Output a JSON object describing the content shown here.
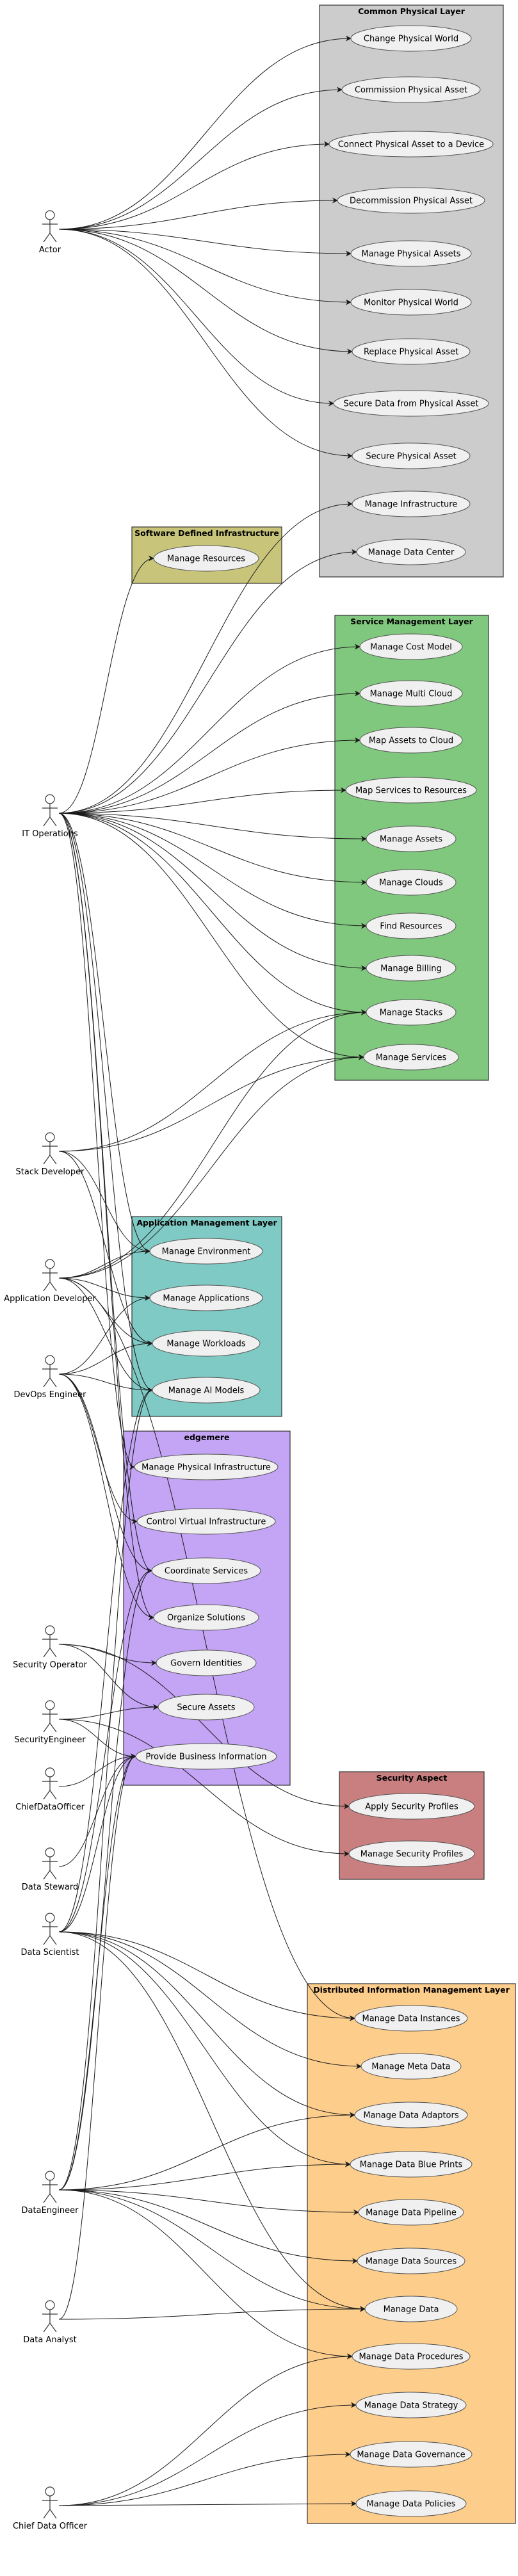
{
  "colors": {
    "common": "#cccccc",
    "software": "#c8c57a",
    "service": "#80c87e",
    "application": "#7fcac4",
    "edgemere": "#c3a4f5",
    "security": "#c97f7f",
    "dist": "#fdcd8b",
    "usecase": "#f0f0f0",
    "line": "#1a1a1a"
  },
  "packages": [
    {
      "id": "common",
      "title": "Common Physical Layer"
    },
    {
      "id": "software",
      "title": "Software Defined Infrastructure"
    },
    {
      "id": "service",
      "title": "Service Management Layer"
    },
    {
      "id": "application",
      "title": "Application Management Layer"
    },
    {
      "id": "edgemere",
      "title": "edgemere"
    },
    {
      "id": "security",
      "title": "Security Aspect"
    },
    {
      "id": "dist",
      "title": "Distributed Information Management Layer"
    }
  ],
  "usecases": [
    {
      "id": "change_world",
      "label": "Change Physical World"
    },
    {
      "id": "commission",
      "label": "Commission Physical Asset"
    },
    {
      "id": "connect",
      "label": "Connect Physical Asset to a Device"
    },
    {
      "id": "decommission",
      "label": "Decommission Physical Asset"
    },
    {
      "id": "manage_phys",
      "label": "Manage Physical Assets"
    },
    {
      "id": "monitor_world",
      "label": "Monitor Physical World"
    },
    {
      "id": "replace",
      "label": "Replace Physical Asset"
    },
    {
      "id": "secure_data_phys",
      "label": "Secure Data from Physical Asset"
    },
    {
      "id": "secure_phys",
      "label": "Secure Physical Asset"
    },
    {
      "id": "manage_infra",
      "label": "Manage Infrastructure"
    },
    {
      "id": "manage_dc",
      "label": "Manage Data Center"
    },
    {
      "id": "manage_res",
      "label": "Manage Resources"
    },
    {
      "id": "cost_model",
      "label": "Manage Cost Model"
    },
    {
      "id": "multi_cloud",
      "label": "Manage Multi Cloud"
    },
    {
      "id": "map_cloud",
      "label": "Map Assets to Cloud"
    },
    {
      "id": "map_services",
      "label": "Map Services to Resources"
    },
    {
      "id": "manage_assets",
      "label": "Manage Assets"
    },
    {
      "id": "manage_clouds",
      "label": "Manage Clouds"
    },
    {
      "id": "find_res",
      "label": "Find Resources"
    },
    {
      "id": "billing",
      "label": "Manage Billing"
    },
    {
      "id": "stacks",
      "label": "Manage Stacks"
    },
    {
      "id": "services",
      "label": "Manage Services"
    },
    {
      "id": "environment",
      "label": "Manage Environment"
    },
    {
      "id": "applications",
      "label": "Manage Applications"
    },
    {
      "id": "workloads",
      "label": "Manage Workloads"
    },
    {
      "id": "ai_models",
      "label": "Manage AI Models"
    },
    {
      "id": "phys_infra",
      "label": "Manage Physical Infrastructure"
    },
    {
      "id": "virt_infra",
      "label": "Control Virtual Infrastructure"
    },
    {
      "id": "coordinate",
      "label": "Coordinate Services"
    },
    {
      "id": "organize",
      "label": "Organize Solutions"
    },
    {
      "id": "govern_id",
      "label": "Govern Identities"
    },
    {
      "id": "secure_assets",
      "label": "Secure Assets"
    },
    {
      "id": "business_info",
      "label": "Provide Business Information"
    },
    {
      "id": "apply_sec",
      "label": "Apply Security Profiles"
    },
    {
      "id": "manage_sec",
      "label": "Manage Security Profiles"
    },
    {
      "id": "data_instances",
      "label": "Manage Data Instances"
    },
    {
      "id": "meta_data",
      "label": "Manage Meta Data"
    },
    {
      "id": "adaptors",
      "label": "Manage Data Adaptors"
    },
    {
      "id": "blueprints",
      "label": "Manage Data Blue Prints"
    },
    {
      "id": "pipeline",
      "label": "Manage Data Pipeline"
    },
    {
      "id": "sources",
      "label": "Manage Data Sources"
    },
    {
      "id": "manage_data",
      "label": "Manage Data"
    },
    {
      "id": "procedures",
      "label": "Manage Data Procedures"
    },
    {
      "id": "strategy",
      "label": "Manage Data Strategy"
    },
    {
      "id": "governance",
      "label": "Manage Data Governance"
    },
    {
      "id": "policies",
      "label": "Manage Data Policies"
    }
  ],
  "actors": [
    {
      "id": "actor",
      "label": "Actor"
    },
    {
      "id": "itops",
      "label": "IT Operations"
    },
    {
      "id": "stackdev",
      "label": "Stack Developer"
    },
    {
      "id": "appdev",
      "label": "Application Developer"
    },
    {
      "id": "devops",
      "label": "DevOps Engineer"
    },
    {
      "id": "secop",
      "label": "Security Operator"
    },
    {
      "id": "seceng",
      "label": "SecurityEngineer"
    },
    {
      "id": "cdo1",
      "label": "ChiefDataOfficer"
    },
    {
      "id": "steward",
      "label": "Data Steward"
    },
    {
      "id": "scientist",
      "label": "Data Scientist"
    },
    {
      "id": "dataeng",
      "label": "DataEngineer"
    },
    {
      "id": "analyst",
      "label": "Data Analyst"
    },
    {
      "id": "cdo2",
      "label": "Chief Data Officer"
    }
  ]
}
